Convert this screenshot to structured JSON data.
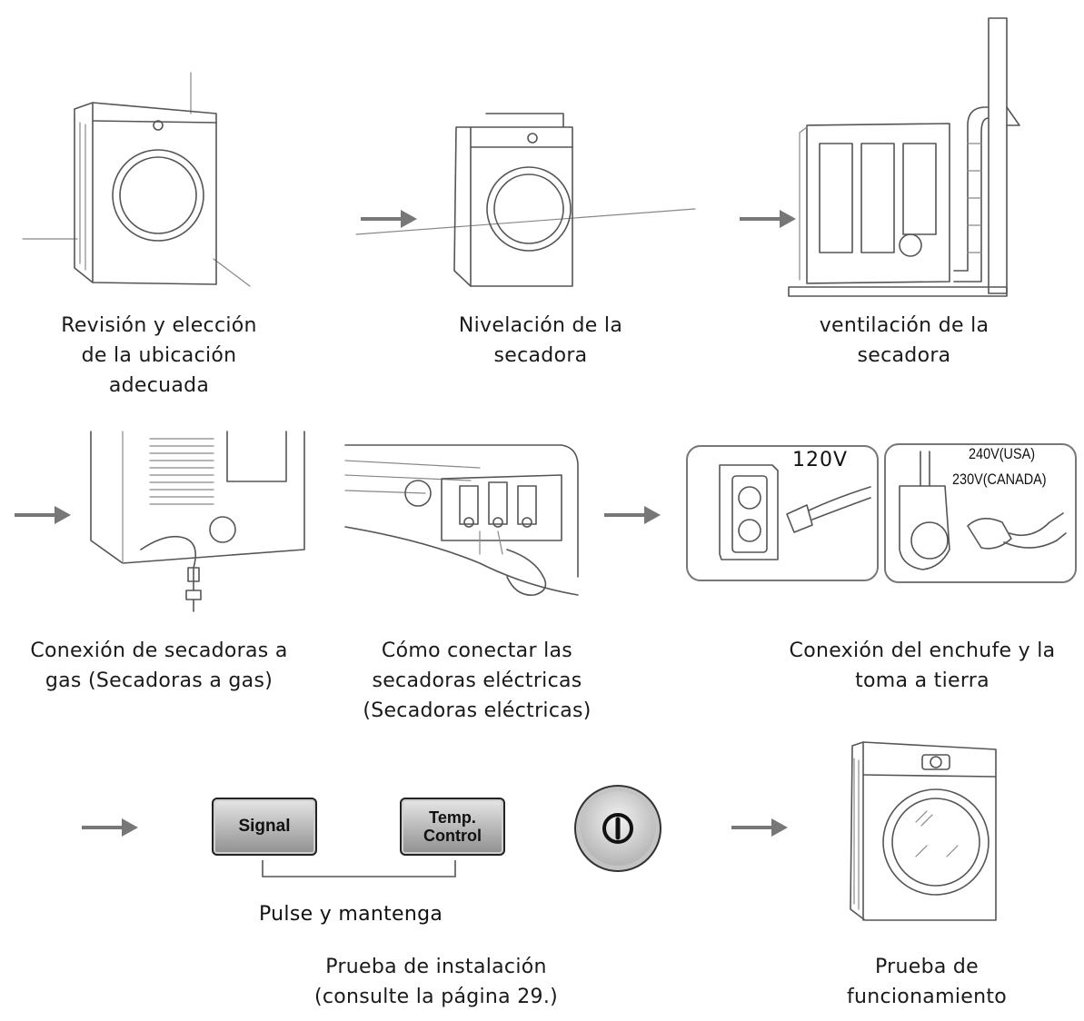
{
  "steps": {
    "s1": {
      "line1": "Revisión y elección",
      "line2": "de la ubicación",
      "line3": "adecuada"
    },
    "s2": {
      "line1": "Nivelación de la",
      "line2": "secadora"
    },
    "s3": {
      "line1": "ventilación de la",
      "line2": "secadora"
    },
    "s4": {
      "line1": "Conexión de secadoras a",
      "line2": "gas (Secadoras a gas)"
    },
    "s5": {
      "line1": "Cómo conectar las",
      "line2": "secadoras eléctricas",
      "line3": "(Secadoras eléctricas)"
    },
    "s6": {
      "line1": "Conexión del enchufe y la",
      "line2": "toma a tierra"
    },
    "s7": {
      "line1": "Prueba de instalación",
      "line2": "(consulte la página 29.)"
    },
    "s8": {
      "line1": "Prueba de",
      "line2": "funcionamiento"
    }
  },
  "outlets": {
    "v120": "120V",
    "v240": "240V(USA)",
    "v230": "230V(CANADA)"
  },
  "buttons": {
    "signal": "Signal",
    "temp_line1": "Temp.",
    "temp_line2": "Control",
    "press_hold": "Pulse y mantenga"
  },
  "icons": {
    "arrow": "right-arrow-icon",
    "power": "power-icon"
  },
  "colors": {
    "line": "#555555",
    "arrow": "#777777",
    "button_top": "#e6e6e6",
    "button_bottom": "#8f8f8f"
  }
}
